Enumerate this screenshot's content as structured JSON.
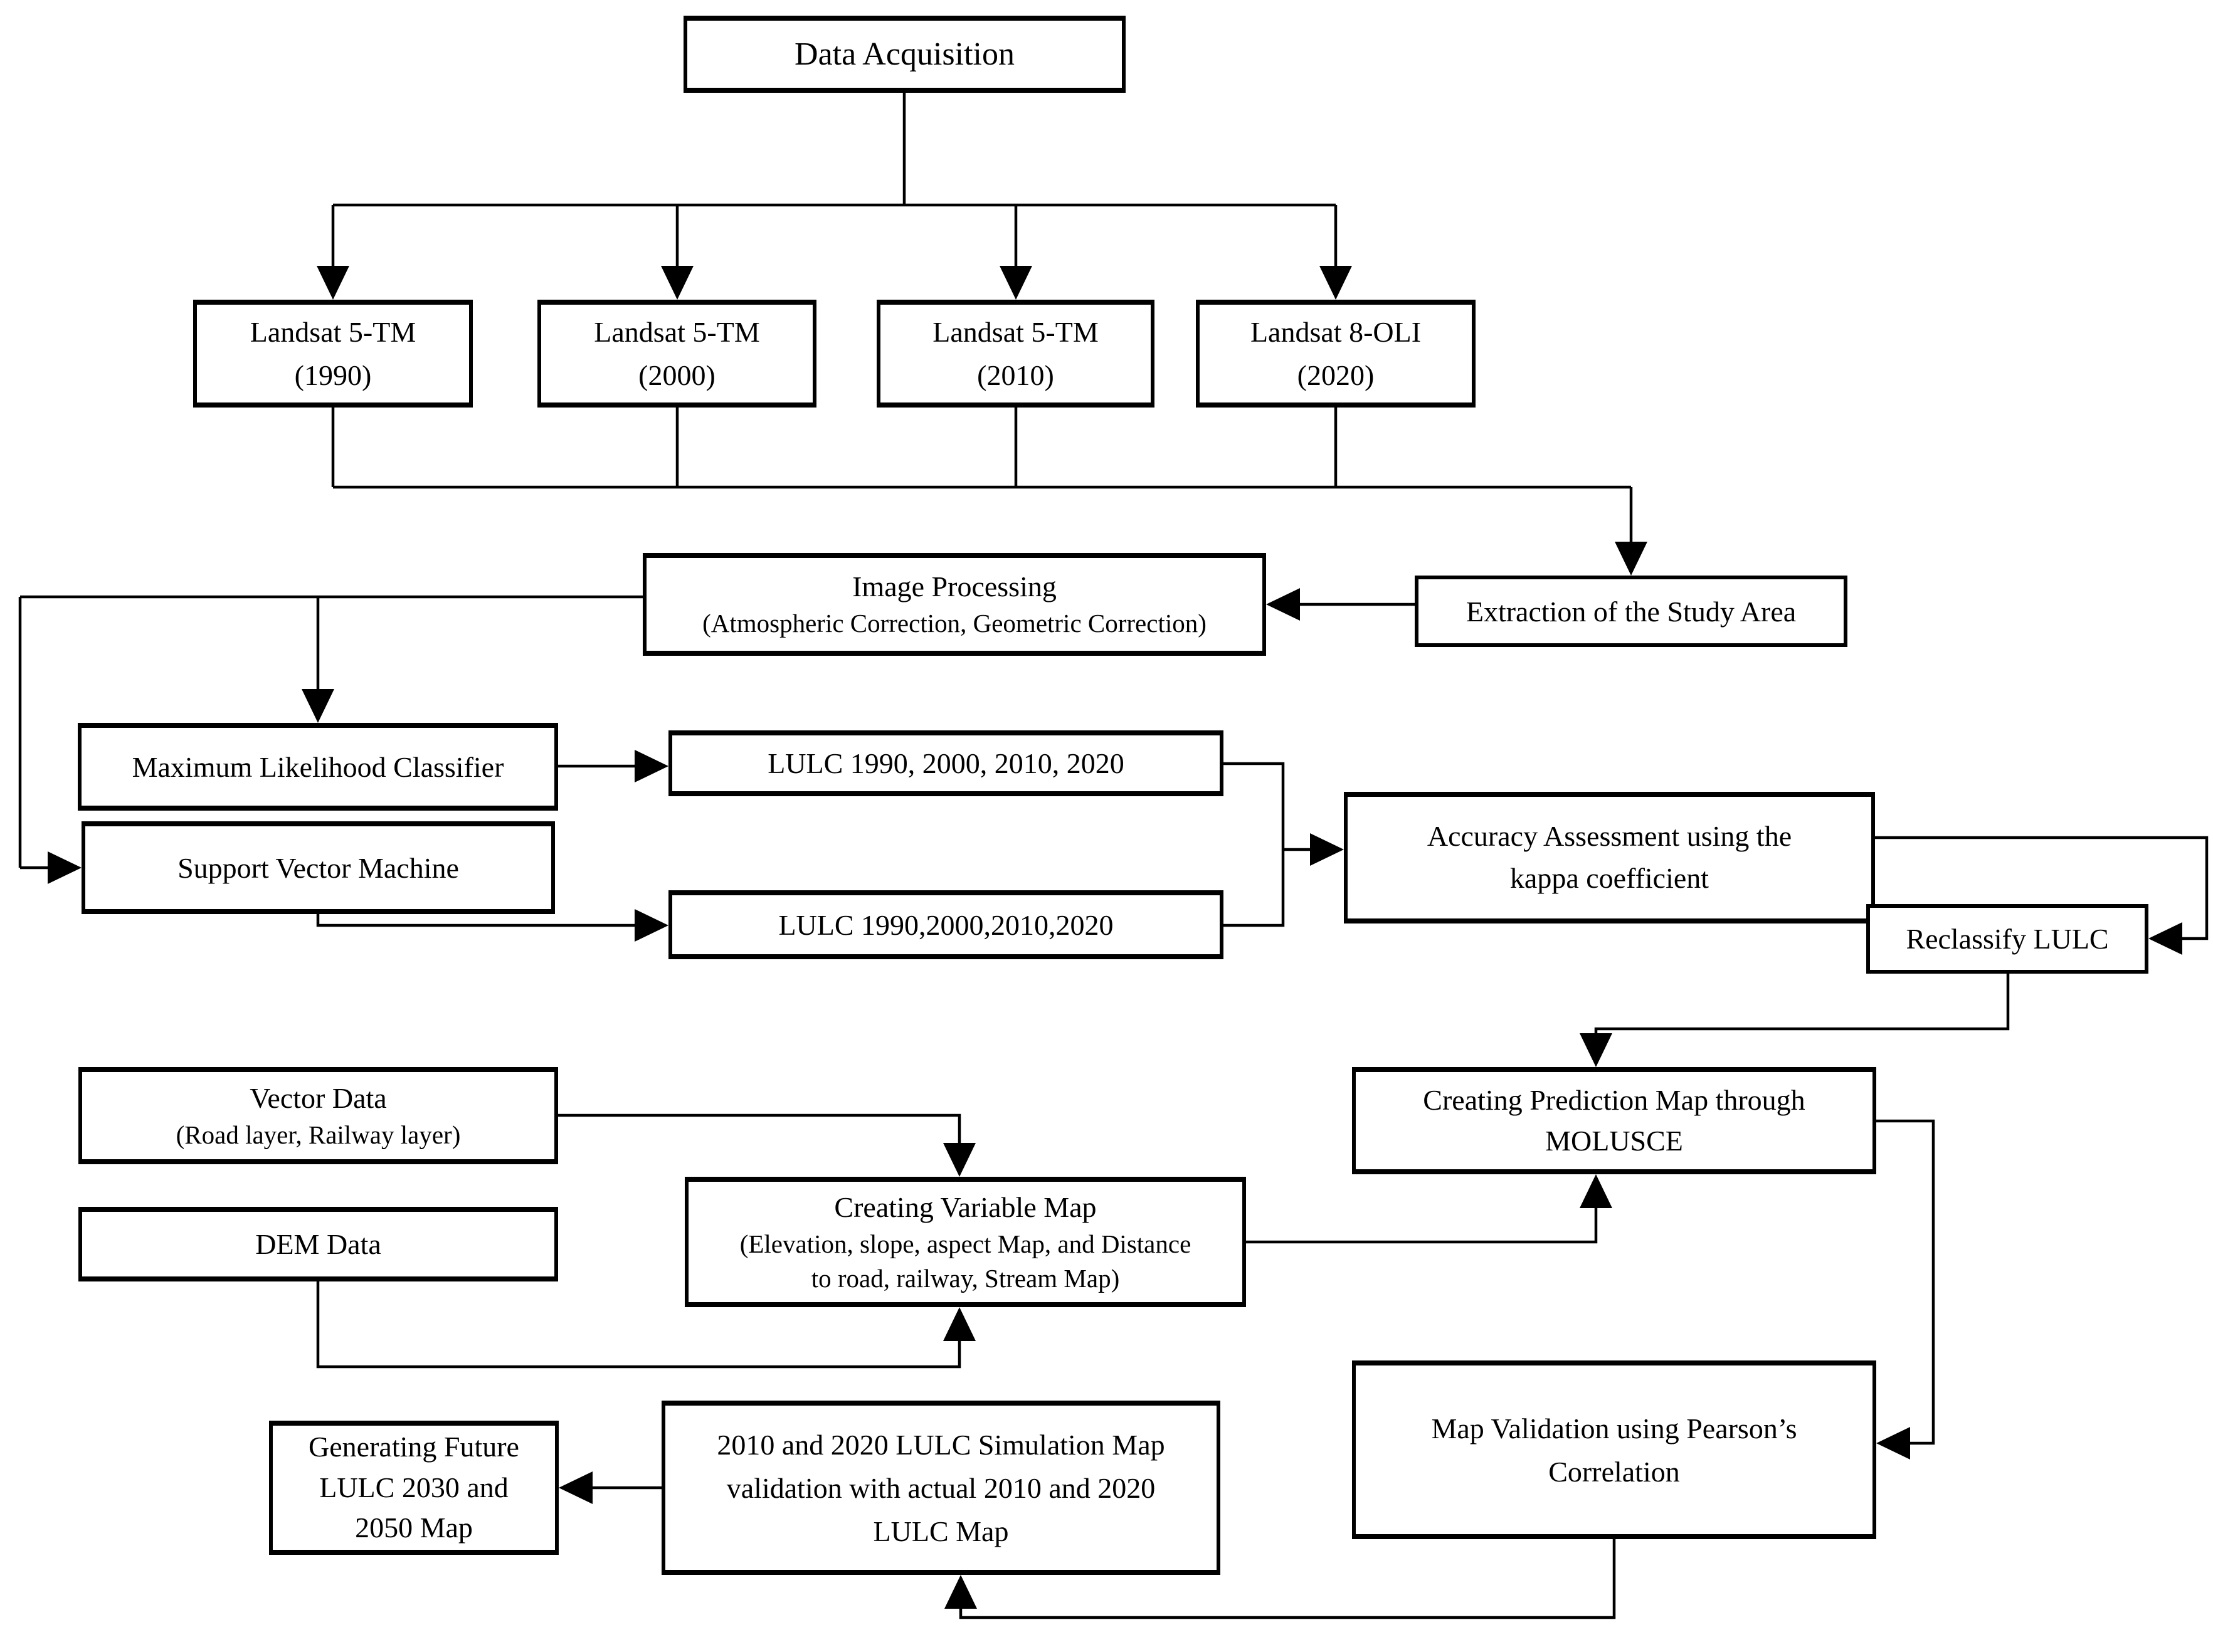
{
  "nodes": {
    "data_acquisition": {
      "line1": "Data Acquisition"
    },
    "landsat_1990": {
      "line1": "Landsat 5-TM",
      "line2": "(1990)"
    },
    "landsat_2000": {
      "line1": "Landsat 5-TM",
      "line2": "(2000)"
    },
    "landsat_2010": {
      "line1": "Landsat 5-TM",
      "line2": "(2010)"
    },
    "landsat_2020": {
      "line1": "Landsat 8-OLI",
      "line2": "(2020)"
    },
    "image_processing": {
      "line1": "Image Processing",
      "line2": "(Atmospheric Correction, Geometric Correction)"
    },
    "extraction": {
      "line1": "Extraction of the Study Area"
    },
    "max_likelihood": {
      "line1": "Maximum Likelihood Classifier"
    },
    "svm": {
      "line1": "Support Vector Machine"
    },
    "lulc_top": {
      "line1": "LULC 1990, 2000, 2010, 2020"
    },
    "lulc_bottom": {
      "line1": "LULC 1990,2000,2010,2020"
    },
    "accuracy": {
      "line1": "Accuracy Assessment using the",
      "line2": "kappa coefficient"
    },
    "reclassify": {
      "line1": "Reclassify LULC"
    },
    "vector_data": {
      "line1": "Vector Data",
      "line2": "(Road layer, Railway layer)"
    },
    "dem_data": {
      "line1": "DEM Data"
    },
    "variable_map": {
      "line1": "Creating Variable Map",
      "line2": "(Elevation, slope, aspect Map, and Distance",
      "line3": "to road, railway, Stream Map)"
    },
    "prediction": {
      "line1": "Creating Prediction Map through",
      "line2": "MOLUSCE"
    },
    "validation": {
      "line1": "Map Validation using Pearson’s",
      "line2": "Correlation"
    },
    "simulation": {
      "line1": "2010 and 2020 LULC Simulation Map",
      "line2": "validation with actual 2010 and 2020",
      "line3": "LULC Map"
    },
    "future": {
      "line1": "Generating Future",
      "line2": "LULC 2030 and",
      "line3": "2050 Map"
    }
  },
  "colors": {
    "line": "#000000",
    "border": "#000000",
    "background": "#ffffff",
    "text": "#000000"
  }
}
